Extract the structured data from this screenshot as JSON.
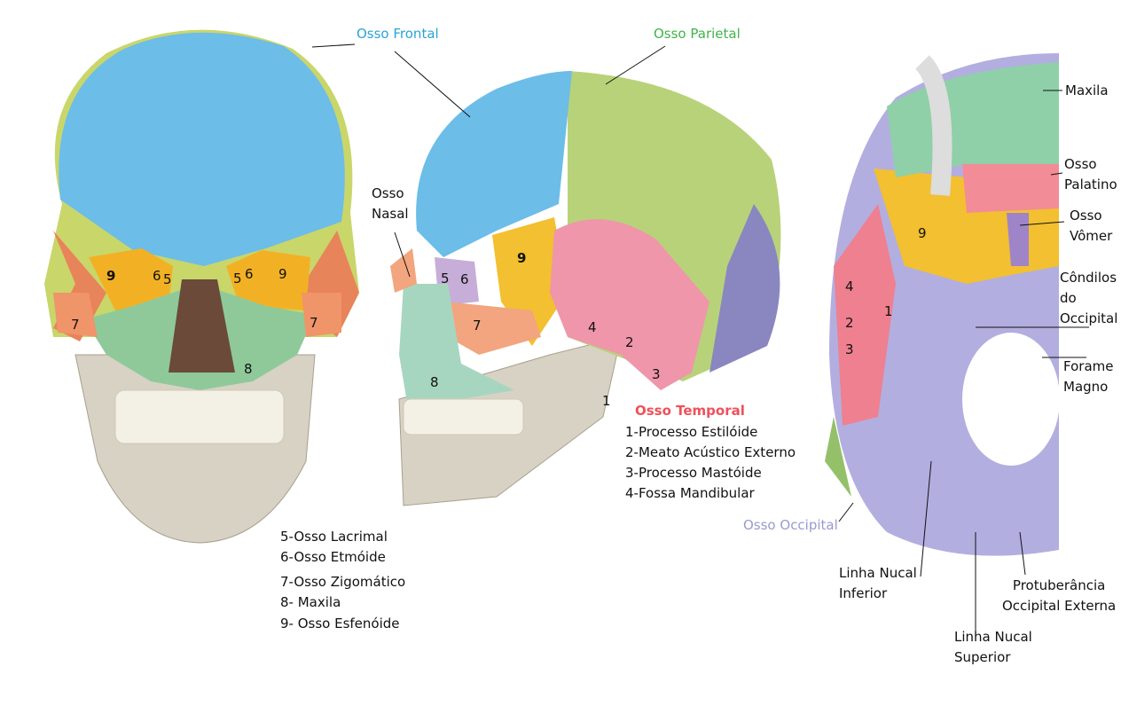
{
  "colors": {
    "frontal": "#2ba3d8",
    "parietal": "#3fb44a",
    "temporal_title": "#f0505a",
    "occipital": "#9a9ad0"
  },
  "labels": {
    "frontal": "Osso Frontal",
    "parietal": "Osso Parietal",
    "nasal": [
      "Osso",
      "Nasal"
    ],
    "maxila": "Maxila",
    "palatino": [
      "Osso",
      "Palatino"
    ],
    "vomer": [
      "Osso",
      "Vômer"
    ],
    "condilos": [
      "Côndilos",
      "do",
      "Occipital"
    ],
    "forame": [
      "Forame",
      "Magno"
    ],
    "occipital": "Osso Occipital",
    "nucal_inferior": [
      "Linha Nucal",
      "Inferior"
    ],
    "protuberancia": [
      "Protuberância",
      "Occipital Externa"
    ],
    "nucal_superior": [
      "Linha Nucal",
      "Superior"
    ]
  },
  "temporal": {
    "title": "Osso Temporal",
    "items": [
      "1-Processo Estilóide",
      "2-Meato Acústico Externo",
      "3-Processo Mastóide",
      "4-Fossa Mandibular"
    ]
  },
  "legend": [
    "5-Osso Lacrimal",
    "6-Osso Etmóide",
    "7-Osso Zigomático",
    "8- Maxila",
    "9- Osso Esfenóide"
  ],
  "markers": {
    "n1": "1",
    "n2": "2",
    "n3": "3",
    "n4": "4",
    "n5": "5",
    "n6": "6",
    "n7": "7",
    "n8": "8",
    "n9": "9"
  }
}
